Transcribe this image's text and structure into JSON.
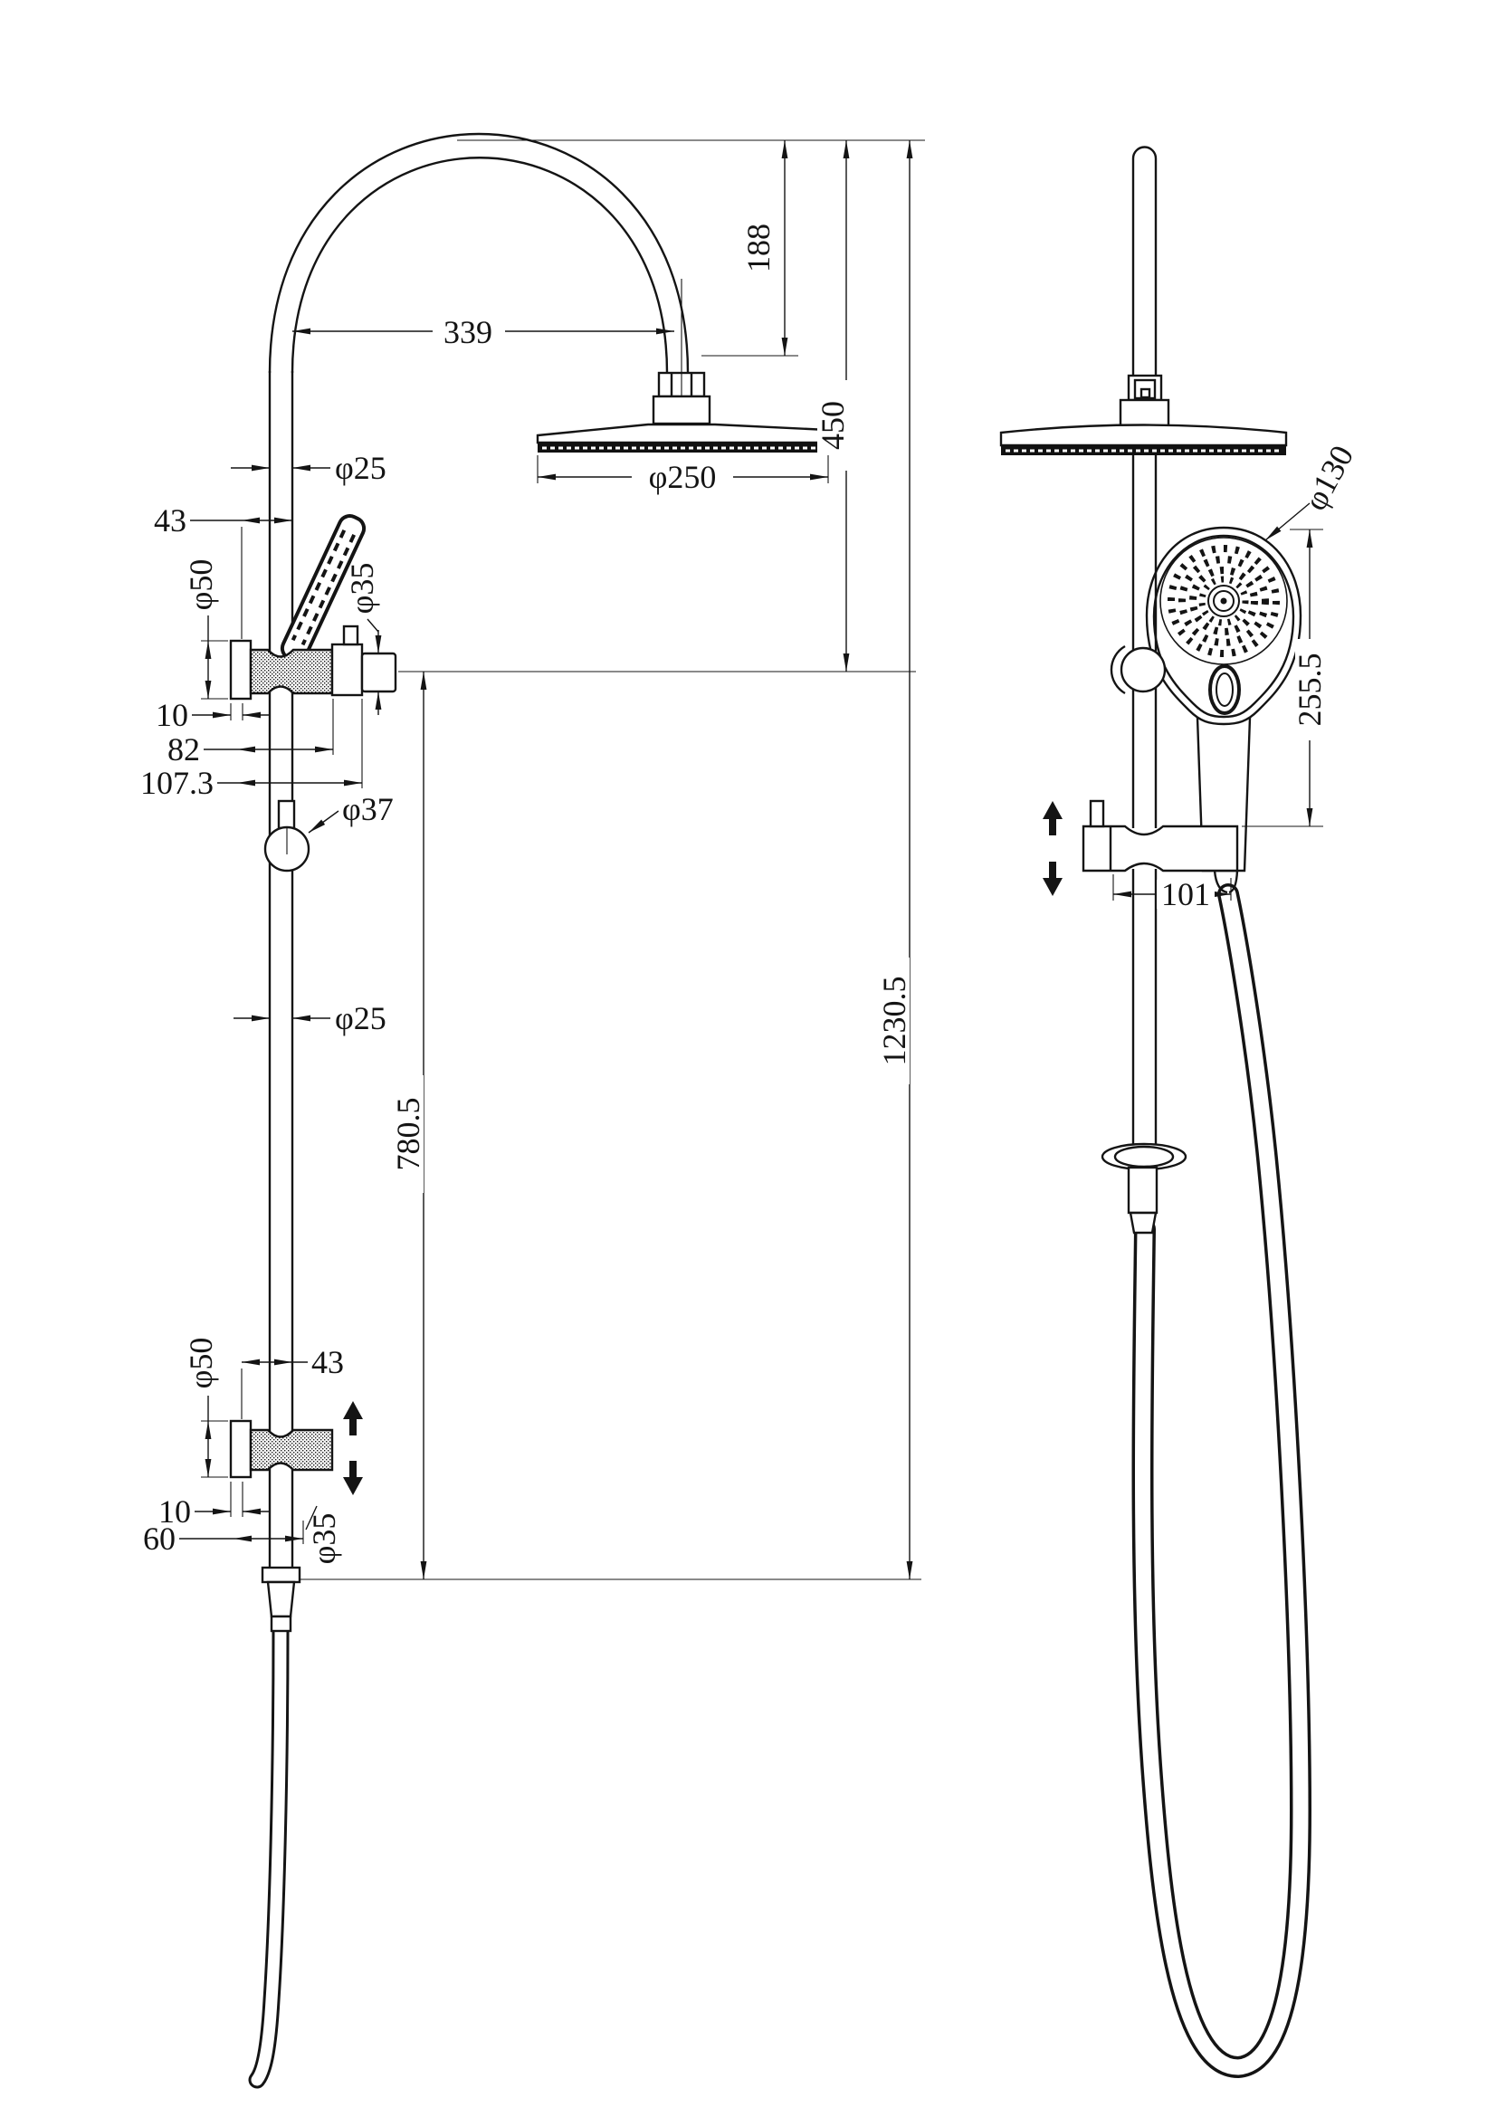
{
  "drawing": {
    "kind": "shower-column-technical-drawing",
    "views": {
      "front": "front-view",
      "side": "side-view"
    }
  },
  "dims": {
    "arc_reach": "339",
    "head_drop": "188",
    "gooseneck_height": "450",
    "overall_height": "1230.5",
    "rail_lower": "780.5",
    "pipe_dia_upper": "φ25",
    "pipe_dia_mid": "φ25",
    "head_dia": "φ250",
    "top_bracket_offset": "43",
    "top_bracket_dia": "φ50",
    "top_handle_dia": "φ35",
    "top_plate_thickness": "10",
    "top_bracket_len1": "82",
    "top_bracket_len2": "107.3",
    "slider_dia": "φ37",
    "bot_bracket_offset": "43",
    "bot_bracket_dia": "φ50",
    "bot_plate_thickness": "10",
    "bot_hose_offset": "60",
    "bot_hose_dia": "φ35",
    "hand_shower_dia": "φ130",
    "hand_shower_len": "255.5",
    "side_bracket_len": "101"
  }
}
